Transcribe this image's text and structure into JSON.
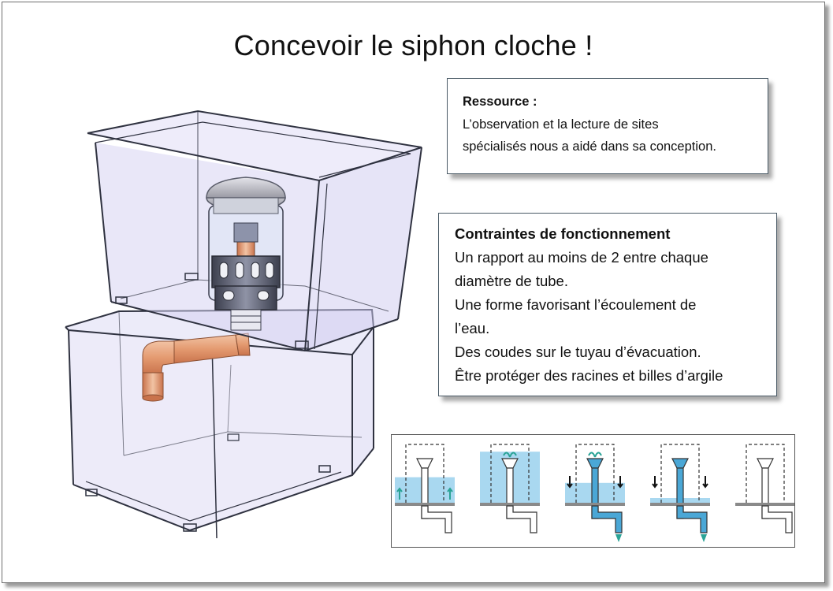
{
  "title": "Concevoir le siphon cloche !",
  "resource": {
    "heading": "Ressource :",
    "lines": [
      "L’observation et la lecture de sites",
      "spécialisés nous a aidé dans sa conception."
    ]
  },
  "constraints": {
    "heading": "Contraintes de fonctionnement",
    "lines": [
      "Un rapport au moins de 2 entre chaque",
      "diamètre de tube.",
      "Une forme favorisant l’écoulement de",
      "l’eau.",
      "Des coudes sur le tuyau d’évacuation.",
      "Être protéger des racines et billes d’argile"
    ]
  },
  "colors": {
    "water": "#a9d8f0",
    "water_dark": "#4aa7d6",
    "flow_arrow": "#2aa396",
    "tank_glass": "#c9c6ec",
    "pipe": "#e8a47c"
  },
  "siphon_steps": [
    {
      "stage": "filling-low",
      "water_level": 0.45,
      "drain_full": false
    },
    {
      "stage": "filling-full",
      "water_level": 0.9,
      "drain_full": false
    },
    {
      "stage": "siphon-start",
      "water_level": 0.35,
      "drain_full": true
    },
    {
      "stage": "siphon-draining",
      "water_level": 0.05,
      "drain_full": true
    },
    {
      "stage": "empty",
      "water_level": 0.0,
      "drain_full": false
    }
  ]
}
